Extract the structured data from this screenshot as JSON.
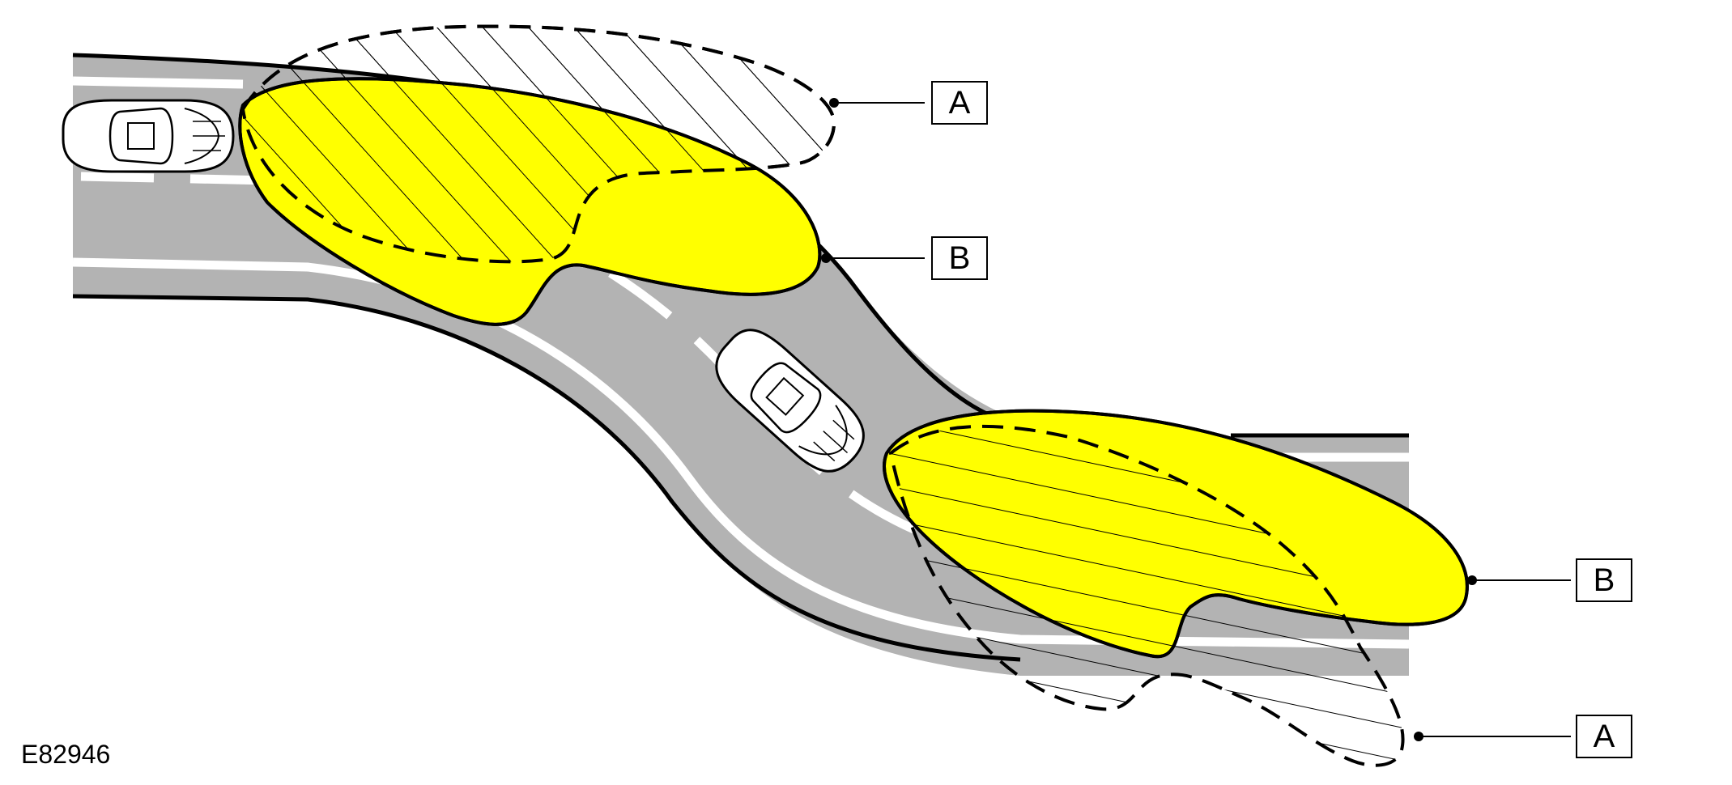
{
  "figure": {
    "id": "E82946"
  },
  "callouts": {
    "top_a": "A",
    "top_b": "B",
    "bottom_b": "B",
    "bottom_a": "A"
  },
  "colors": {
    "road": "#b3b3b3",
    "road_edge": "#000000",
    "lane_marking": "#ffffff",
    "beam_b": "#ffff00",
    "outline": "#000000",
    "background": "#ffffff"
  }
}
